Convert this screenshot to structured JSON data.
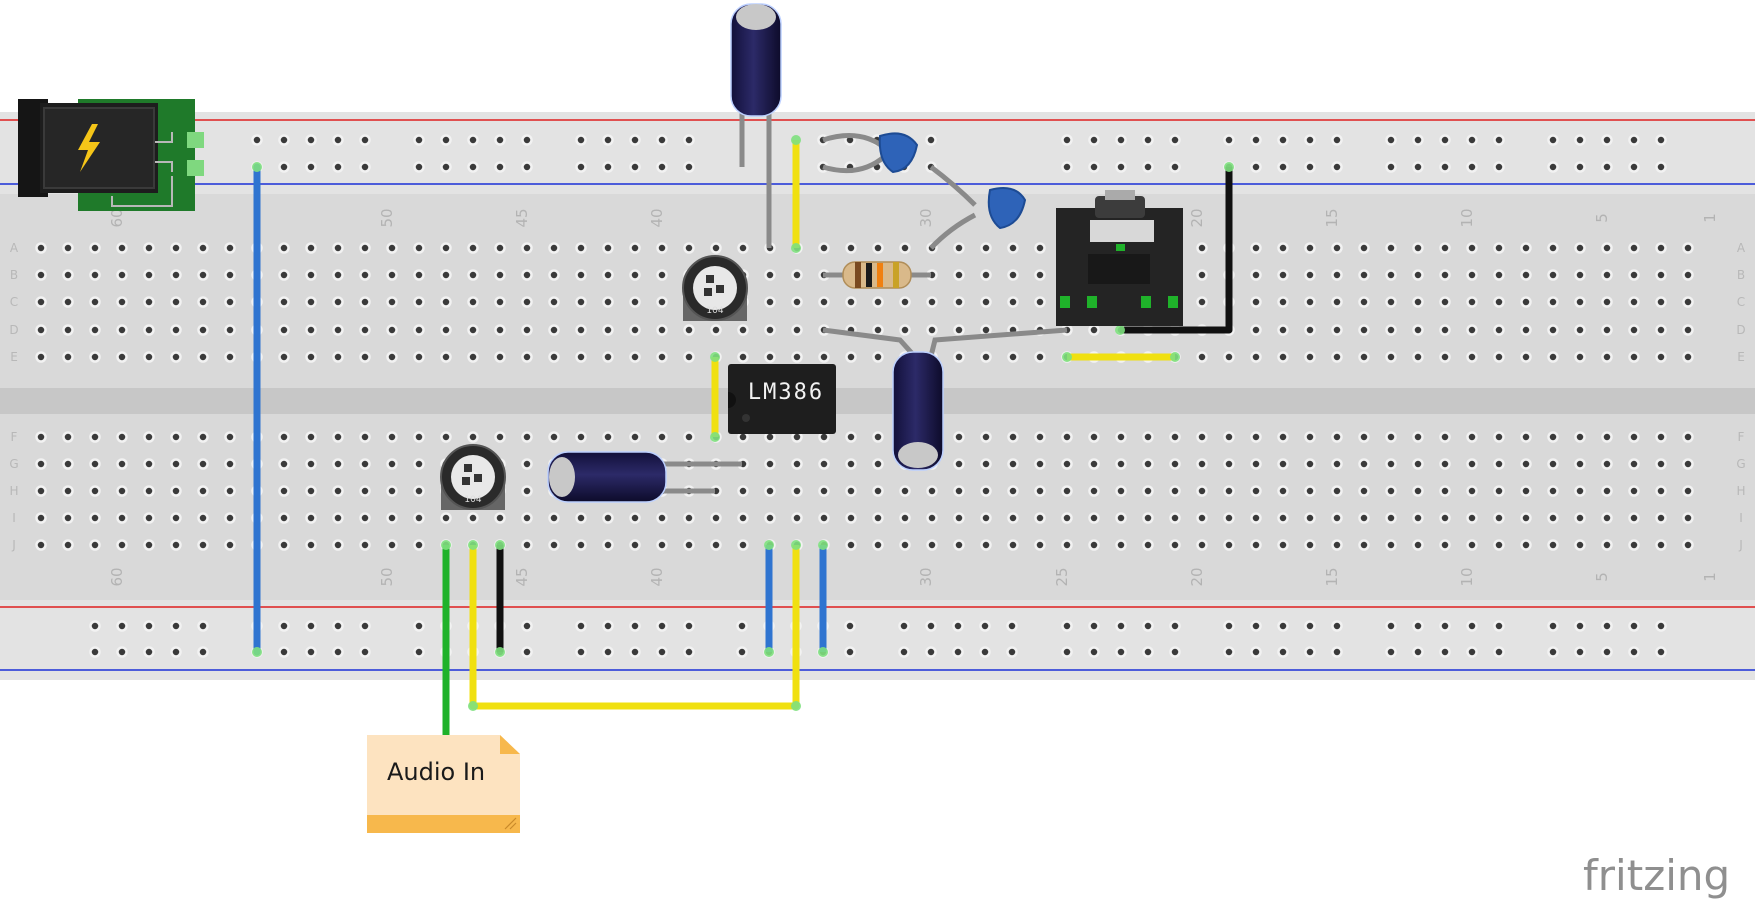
{
  "breadboard": {
    "row_letters_top": [
      "A",
      "B",
      "C",
      "D",
      "E"
    ],
    "row_letters_bottom": [
      "F",
      "G",
      "H",
      "I",
      "J"
    ],
    "column_numbers": [
      "60",
      "50",
      "45",
      "40",
      "30",
      "25",
      "20",
      "15",
      "10",
      "5",
      "1"
    ],
    "top_rail_colors": [
      "#e02020",
      "#1a2fd8"
    ],
    "bottom_rail_colors": [
      "#e02020",
      "#1a2fd8"
    ]
  },
  "components": {
    "amplifier_chip": {
      "label": "LM386"
    },
    "potentiometer_marking": "104",
    "power_jack_icon": "lightning-bolt-icon"
  },
  "wire_colors": {
    "power": "#2f74d0",
    "signal": "#f0e010",
    "ground": "#111111",
    "input": "#1fb22a",
    "lead": "#8a8a8a"
  },
  "note": {
    "text": "Audio In"
  },
  "logo": {
    "text": "fritzing"
  }
}
